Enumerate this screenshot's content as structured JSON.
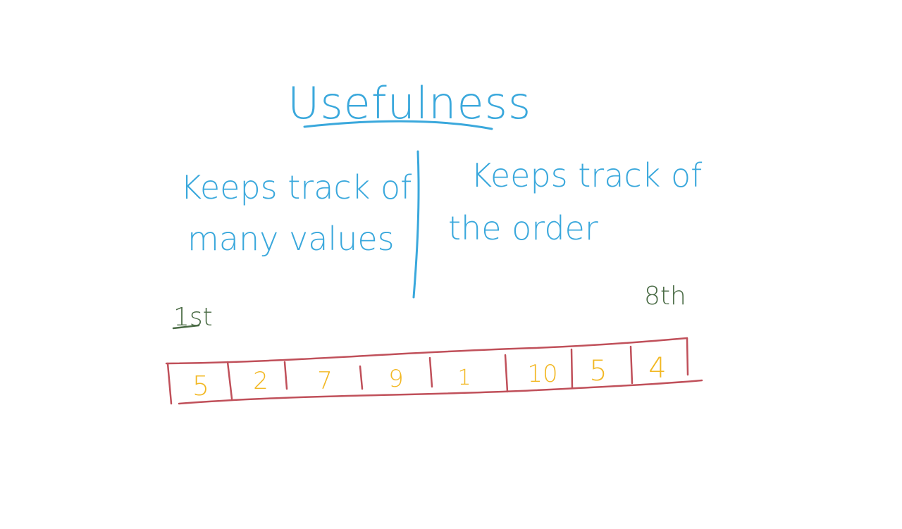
{
  "title": "Usefulness",
  "left_column": {
    "line1": "Keeps track of",
    "line2": "many values"
  },
  "right_column": {
    "line1": "Keeps track of",
    "line2": "the order"
  },
  "array": {
    "first_label": "1st",
    "last_label": "8th",
    "cells": [
      "5",
      "2",
      "7",
      "9",
      "1",
      "10",
      "5",
      "4"
    ]
  },
  "colors": {
    "blue_ink": "#3aa8dc",
    "red_ink": "#c0505a",
    "green_ink": "#4a6b45",
    "yellow_ink": "#f2b824",
    "background": "#ffffff"
  }
}
